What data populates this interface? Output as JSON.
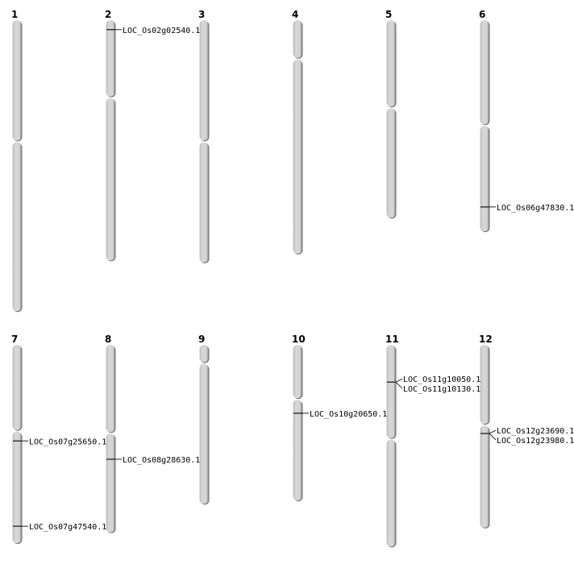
{
  "chart_data": {
    "type": "chromosome_map",
    "units": "Mb",
    "chromosomes": [
      {
        "name": "1",
        "length": 43.0,
        "centromere": 17.9,
        "markers": []
      },
      {
        "name": "2",
        "length": 35.5,
        "centromere": 11.4,
        "markers": [
          {
            "pos": 1.4,
            "labels": [
              "LOC_Os02g02540.1"
            ]
          }
        ]
      },
      {
        "name": "3",
        "length": 35.8,
        "centromere": 17.9,
        "markers": []
      },
      {
        "name": "4",
        "length": 34.5,
        "centromere": 5.7,
        "markers": []
      },
      {
        "name": "5",
        "length": 29.2,
        "centromere": 12.9,
        "markers": []
      },
      {
        "name": "6",
        "length": 31.2,
        "centromere": 15.5,
        "markers": [
          {
            "pos": 27.6,
            "labels": [
              "LOC_Os06g47830.1"
            ]
          }
        ]
      },
      {
        "name": "7",
        "length": 29.3,
        "centromere": 12.7,
        "markers": [
          {
            "pos": 14.2,
            "labels": [
              "LOC_Os07g25650.1"
            ]
          },
          {
            "pos": 26.8,
            "labels": [
              "LOC_Os07g47540.1"
            ]
          }
        ]
      },
      {
        "name": "8",
        "length": 27.7,
        "centromere": 13.0,
        "markers": [
          {
            "pos": 16.9,
            "labels": [
              "LOC_Os08g28630.1"
            ]
          }
        ]
      },
      {
        "name": "9",
        "length": 23.5,
        "centromere": 2.7,
        "markers": []
      },
      {
        "name": "10",
        "length": 23.0,
        "centromere": 8.0,
        "markers": [
          {
            "pos": 10.1,
            "labels": [
              "LOC_Os10g20650.1"
            ]
          }
        ]
      },
      {
        "name": "11",
        "length": 29.8,
        "centromere": 13.9,
        "markers": [
          {
            "pos": 5.5,
            "labels": [
              "LOC_Os11g10050.1",
              "LOC_Os11g10130.1"
            ]
          }
        ]
      },
      {
        "name": "12",
        "length": 27.0,
        "centromere": 11.8,
        "markers": [
          {
            "pos": 13.1,
            "labels": [
              "LOC_Os12g23690.1",
              "LOC_Os12g23980.1"
            ]
          }
        ]
      }
    ]
  }
}
